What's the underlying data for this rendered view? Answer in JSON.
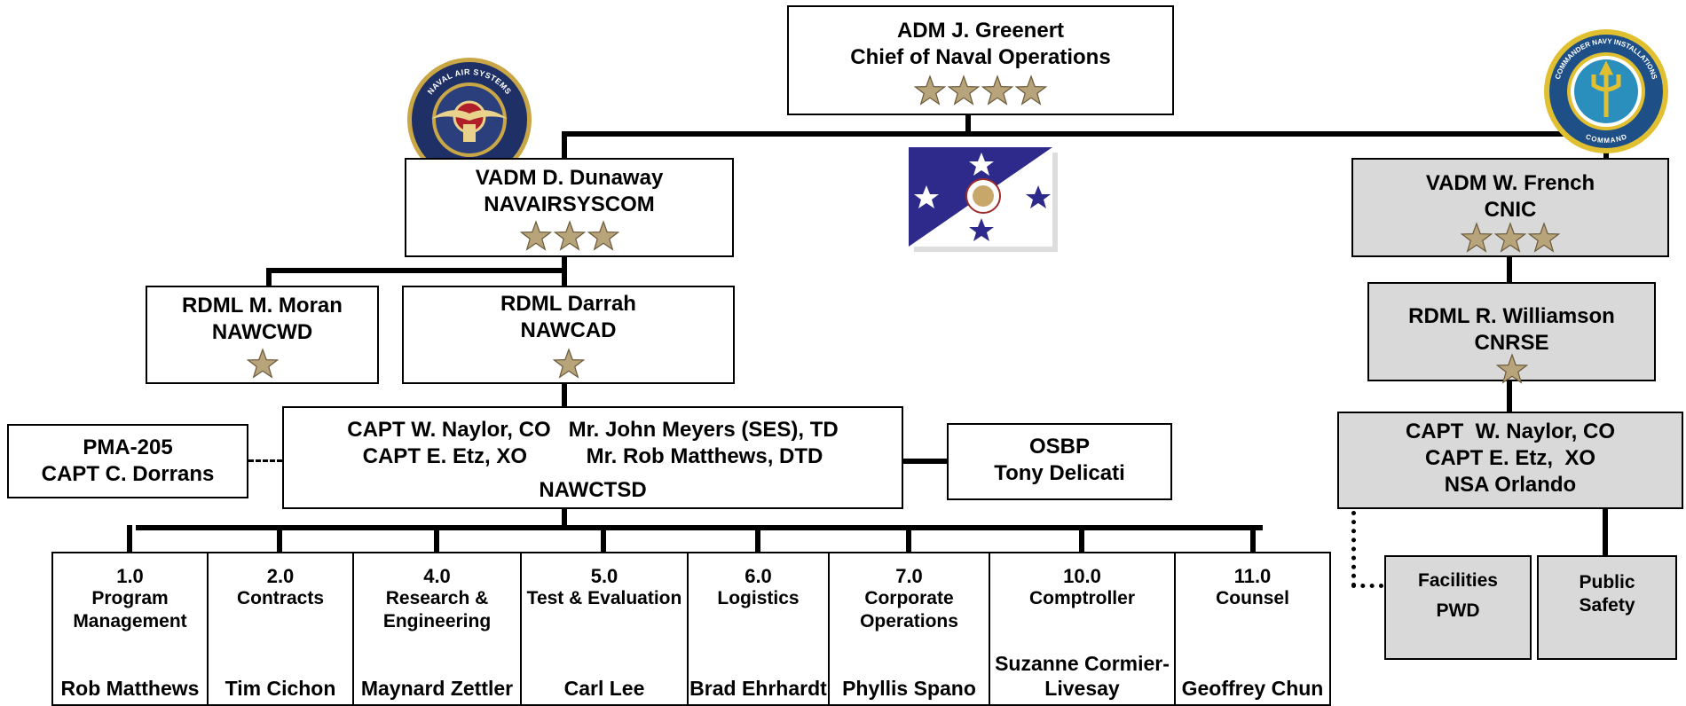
{
  "top": {
    "line1": "ADM J. Greenert",
    "line2": "Chief of Naval Operations",
    "stars": 4
  },
  "navair": {
    "line1": "VADM D. Dunaway",
    "line2": "NAVAIRSYSCOM",
    "stars": 3,
    "seal_text": "NAVAL AIR SYSTEMS COMMAND"
  },
  "cnic": {
    "line1": "VADM W. French",
    "line2": "CNIC",
    "stars": 3,
    "seal_text": "COMMANDER NAVY INSTALLATIONS COMMAND"
  },
  "nawcwd": {
    "line1": "RDML M. Moran",
    "line2": "NAWCWD",
    "stars": 1
  },
  "nawcad": {
    "line1": "RDML Darrah",
    "line2": "NAWCAD",
    "stars": 1
  },
  "cnrse": {
    "line1": "RDML R. Williamson",
    "line2": "CNRSE",
    "stars": 1
  },
  "nawctsd": {
    "line1": "CAPT W. Naylor, CO   Mr. John Meyers (SES), TD",
    "line2": "CAPT E. Etz, XO          Mr. Rob Matthews, DTD",
    "line3": "NAWCTSD"
  },
  "pma": {
    "line1": "PMA-205",
    "line2": "CAPT C. Dorrans"
  },
  "osbp": {
    "line1": "OSBP",
    "line2": "Tony Delicati"
  },
  "nsa": {
    "line1": "CAPT  W. Naylor, CO",
    "line2": "CAPT E. Etz,  XO",
    "line3": "NSA Orlando"
  },
  "facilities": {
    "line1": "Facilities",
    "line2": "PWD"
  },
  "safety": {
    "line1": "Public",
    "line2": "Safety"
  },
  "departments": [
    {
      "num": "1.0",
      "name": "Program Management",
      "person": "Rob Matthews"
    },
    {
      "num": "2.0",
      "name": "Contracts",
      "person": "Tim Cichon"
    },
    {
      "num": "4.0",
      "name": "Research & Engineering",
      "person": "Maynard Zettler"
    },
    {
      "num": "5.0",
      "name": "Test & Evaluation",
      "person": "Carl Lee"
    },
    {
      "num": "6.0",
      "name": "Logistics",
      "person": "Brad Ehrhardt"
    },
    {
      "num": "7.0",
      "name": "Corporate Operations",
      "person": "Phyllis Spano"
    },
    {
      "num": "10.0",
      "name": "Comptroller",
      "person": "Suzanne Cormier-Livesay"
    },
    {
      "num": "11.0",
      "name": "Counsel",
      "person": "Geoffrey Chun"
    }
  ],
  "colors": {
    "flag_blue": "#2e2a8c",
    "star_gold": "#b8a47a",
    "gray_box": "#d9d9d9"
  }
}
